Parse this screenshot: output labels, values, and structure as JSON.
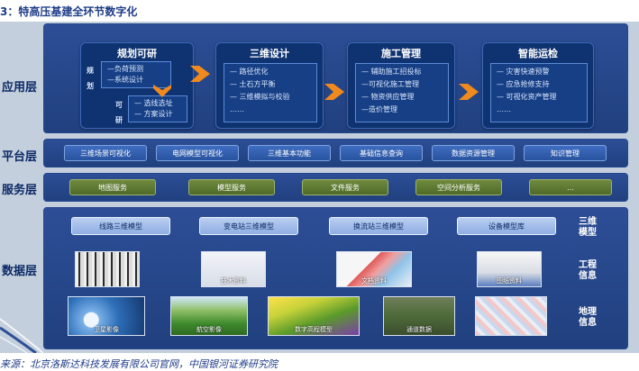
{
  "figure_title": "3：特高压基建全环节数字化",
  "source_note": "来源：北京洛斯达科技发展有限公司官网，中国银河证券研究院",
  "layers": {
    "app": "应用层",
    "platform": "平台层",
    "service": "服务层",
    "data": "数据层"
  },
  "app_layer": {
    "planning": {
      "title": "规划可研",
      "left_label_1": "规",
      "left_label_2": "划",
      "items_a": [
        "—负荷预测",
        "—系统设计"
      ],
      "right_label_1": "可",
      "right_label_2": "研",
      "items_b": [
        "— 选线选址",
        "— 方案设计"
      ]
    },
    "design": {
      "title": "三维设计",
      "items": [
        "— 路径优化",
        "— 土石方平衡",
        "— 三维模拟与校验",
        "……"
      ]
    },
    "construction": {
      "title": "施工管理",
      "items": [
        "— 辅助施工招投标",
        "—可视化施工管理",
        "— 物资供应管理",
        "—造价管理"
      ]
    },
    "operation": {
      "title": "智能运检",
      "items": [
        "— 灾害快速预警",
        "— 应急抢修支持",
        "— 可视化资产管理",
        "……"
      ]
    }
  },
  "platform_layer": [
    "三维场景可视化",
    "电网模型可视化",
    "三维基本功能",
    "基础信息查询",
    "数据资源管理",
    "知识管理"
  ],
  "service_layer": [
    "地图服务",
    "模型服务",
    "文件服务",
    "空间分析服务",
    "…"
  ],
  "data_layer": {
    "models": [
      "线路三维模型",
      "变电站三维模型",
      "换流站三维模型",
      "设备模型库"
    ],
    "models_side": [
      "三维",
      "模型"
    ],
    "engineering_side": [
      "工程",
      "信息"
    ],
    "engineering_captions": [
      "",
      "技术资料",
      "文档资料",
      "图纸资料"
    ],
    "geo_side": [
      "地理",
      "信息"
    ],
    "geo_captions": [
      "卫星影像",
      "航空影像",
      "数字高程模型",
      "通道数据",
      ""
    ]
  },
  "colors": {
    "frame": "#c3cfdc",
    "panel": "#20407f",
    "arrow": "#f08a1c",
    "title_text": "#1f3c88"
  }
}
